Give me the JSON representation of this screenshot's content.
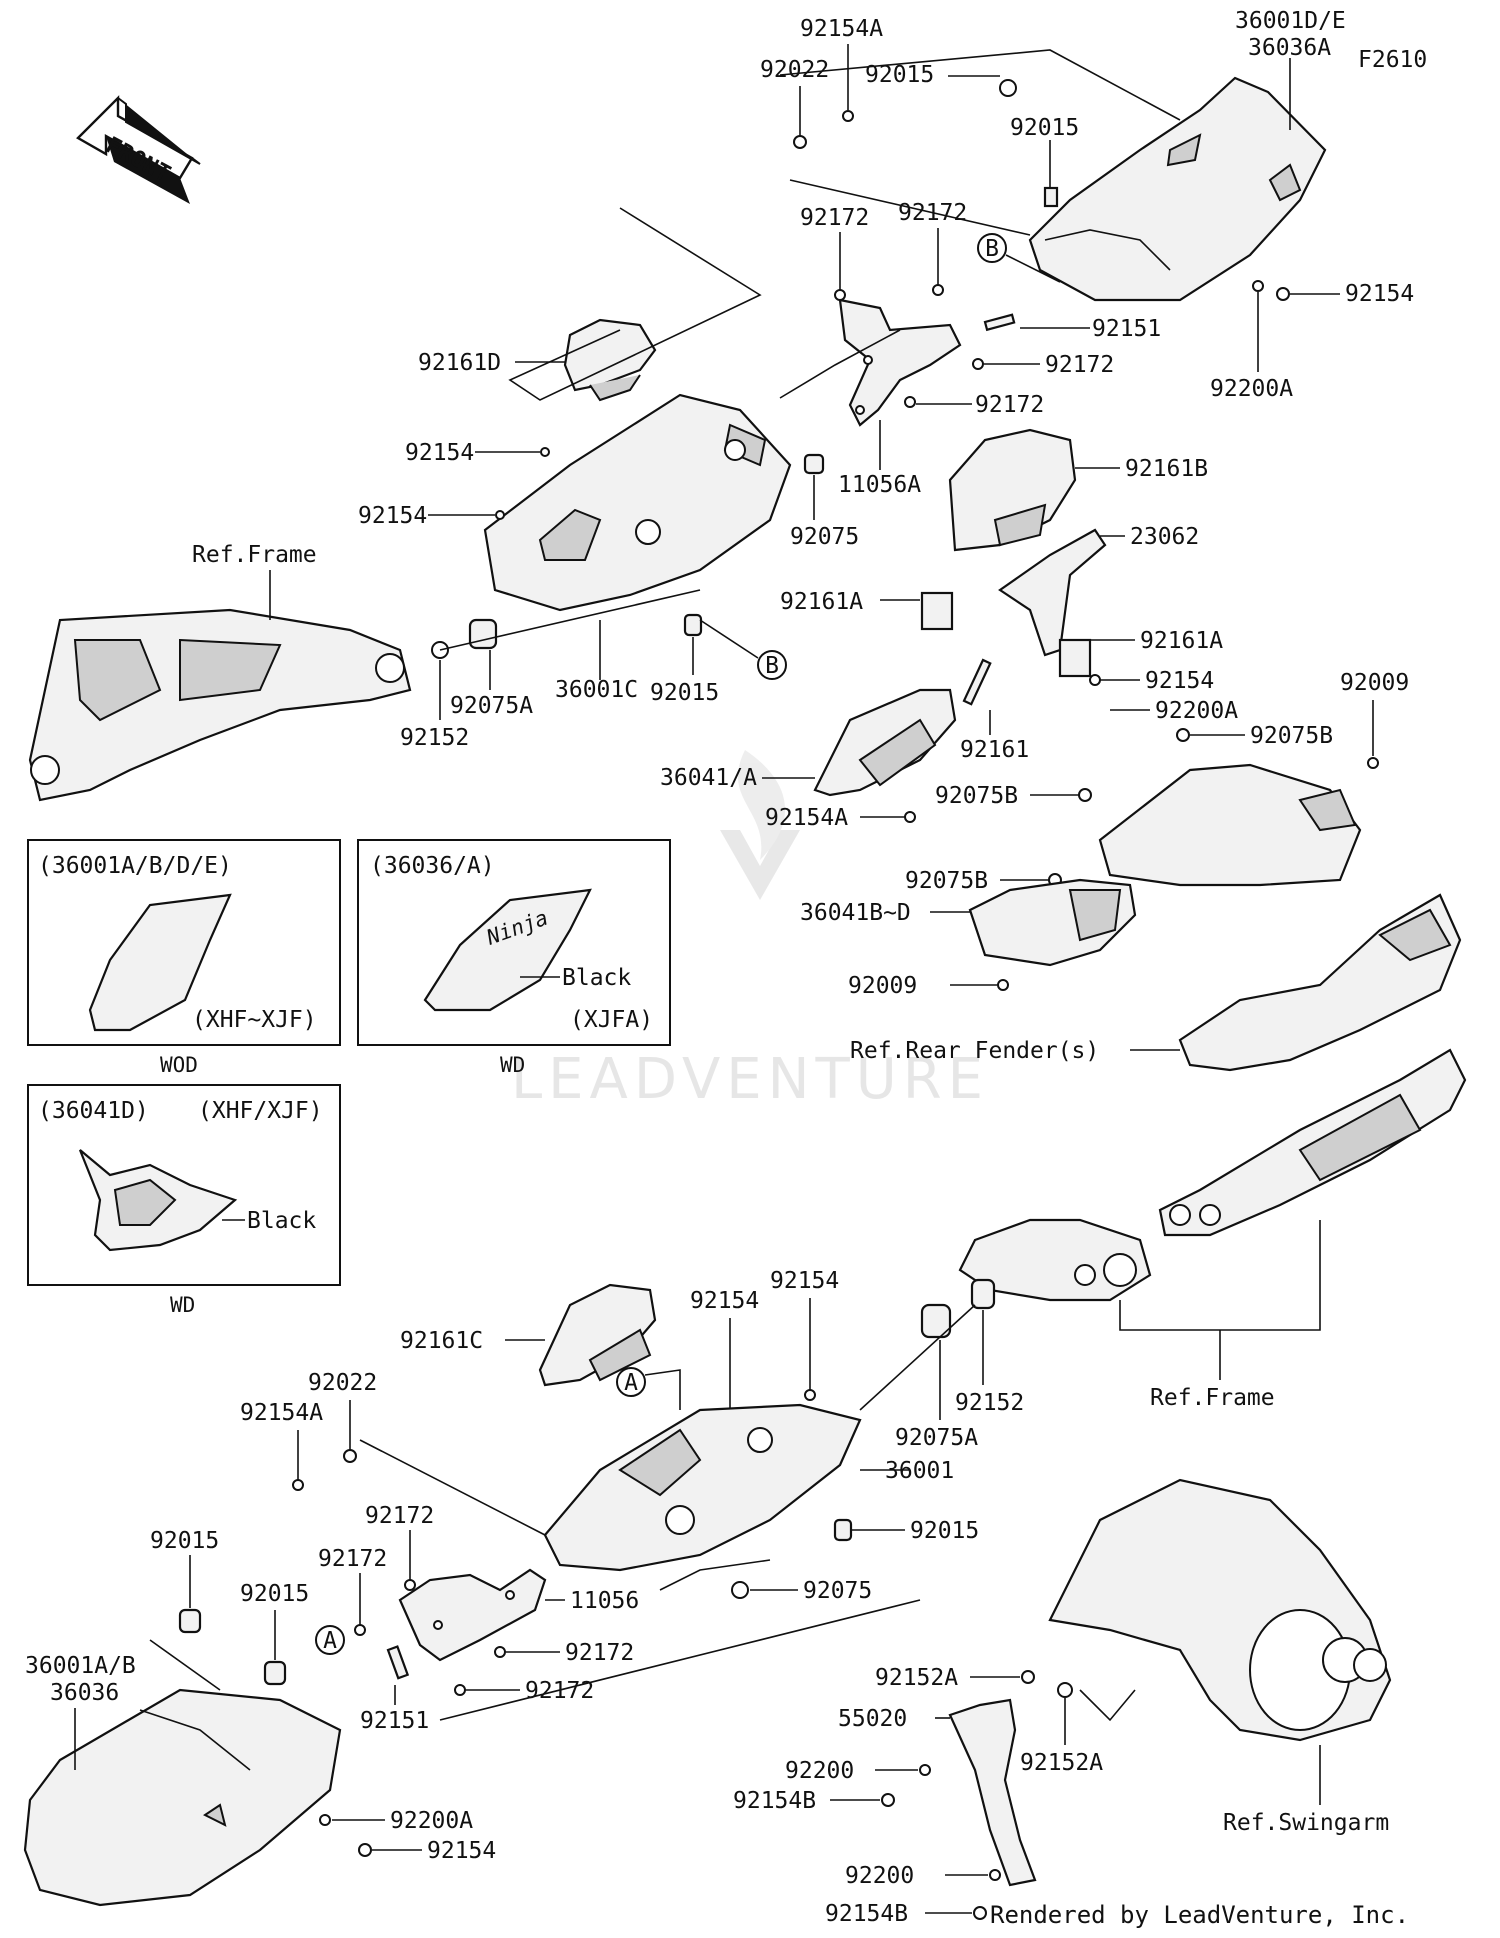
{
  "diagram": {
    "figure_code": "F2610",
    "watermark": "LEADVENTURE",
    "footer": "Rendered by LeadVenture, Inc.",
    "front_arrow": "FRONT",
    "callouts": {
      "a": "A",
      "b": "B"
    },
    "parts": {
      "p_36001DE": "36001D/E",
      "p_36036A": "36036A",
      "p_92154A_top": "92154A",
      "p_92022_top": "92022",
      "p_92015_top": "92015",
      "p_92015_cover": "92015",
      "p_92172_a": "92172",
      "p_92172_b": "92172",
      "p_92172_c": "92172",
      "p_92172_d": "92172",
      "p_92151_top": "92151",
      "p_92154_right": "92154",
      "p_92200A_top": "92200A",
      "p_92161D": "92161D",
      "p_92154_a": "92154",
      "p_92154_b": "92154",
      "p_11056A": "11056A",
      "p_92075_top": "92075",
      "p_92161B": "92161B",
      "p_23062": "23062",
      "p_ref_frame_top": "Ref.Frame",
      "p_92161A_l": "92161A",
      "p_92161A_r": "92161A",
      "p_92154_mid": "92154",
      "p_92200A_mid": "92200A",
      "p_92009_top": "92009",
      "p_92075B_a": "92075B",
      "p_92075B_b": "92075B",
      "p_92075B_c": "92075B",
      "p_36001C": "36001C",
      "p_92075A_top": "92075A",
      "p_92152_top": "92152",
      "p_92015_mid": "92015",
      "p_92161": "92161",
      "p_36041A": "36041/A",
      "p_92154A_mid": "92154A",
      "p_36041BD": "36041B~D",
      "p_92009_mid": "92009",
      "p_ref_rear_fender": "Ref.Rear Fender(s)",
      "p_92161C": "92161C",
      "p_92154_c": "92154",
      "p_92154_d": "92154",
      "p_92022_low": "92022",
      "p_92154A_low": "92154A",
      "p_36001": "36001",
      "p_92075A_low": "92075A",
      "p_92152_low": "92152",
      "p_ref_frame_low": "Ref.Frame",
      "p_92015_low_r": "92015",
      "p_92075_low": "92075",
      "p_92172_e": "92172",
      "p_92172_f": "92172",
      "p_11056": "11056",
      "p_92172_g": "92172",
      "p_92172_h": "92172",
      "p_92015_low_a": "92015",
      "p_92015_low_b": "92015",
      "p_36001AB": "36001A/B",
      "p_36036": "36036",
      "p_92151_low": "92151",
      "p_92200A_low": "92200A",
      "p_92154_low": "92154",
      "p_92152A_a": "92152A",
      "p_55020": "55020",
      "p_92200_a": "92200",
      "p_92154B_a": "92154B",
      "p_92152A_b": "92152A",
      "p_ref_swingarm": "Ref.Swingarm",
      "p_92200_b": "92200",
      "p_92154B_b": "92154B"
    },
    "variant_boxes": [
      {
        "title": "(36001A/B/D/E)",
        "note": "(XHF~XJF)",
        "caption": "WOD",
        "color": ""
      },
      {
        "title": "(36036/A)",
        "note": "(XJFA)",
        "caption": "WD",
        "color": "Black"
      },
      {
        "title": "(36041D)",
        "note": "(XHF/XJF)",
        "caption": "WD",
        "color": "Black"
      }
    ]
  }
}
